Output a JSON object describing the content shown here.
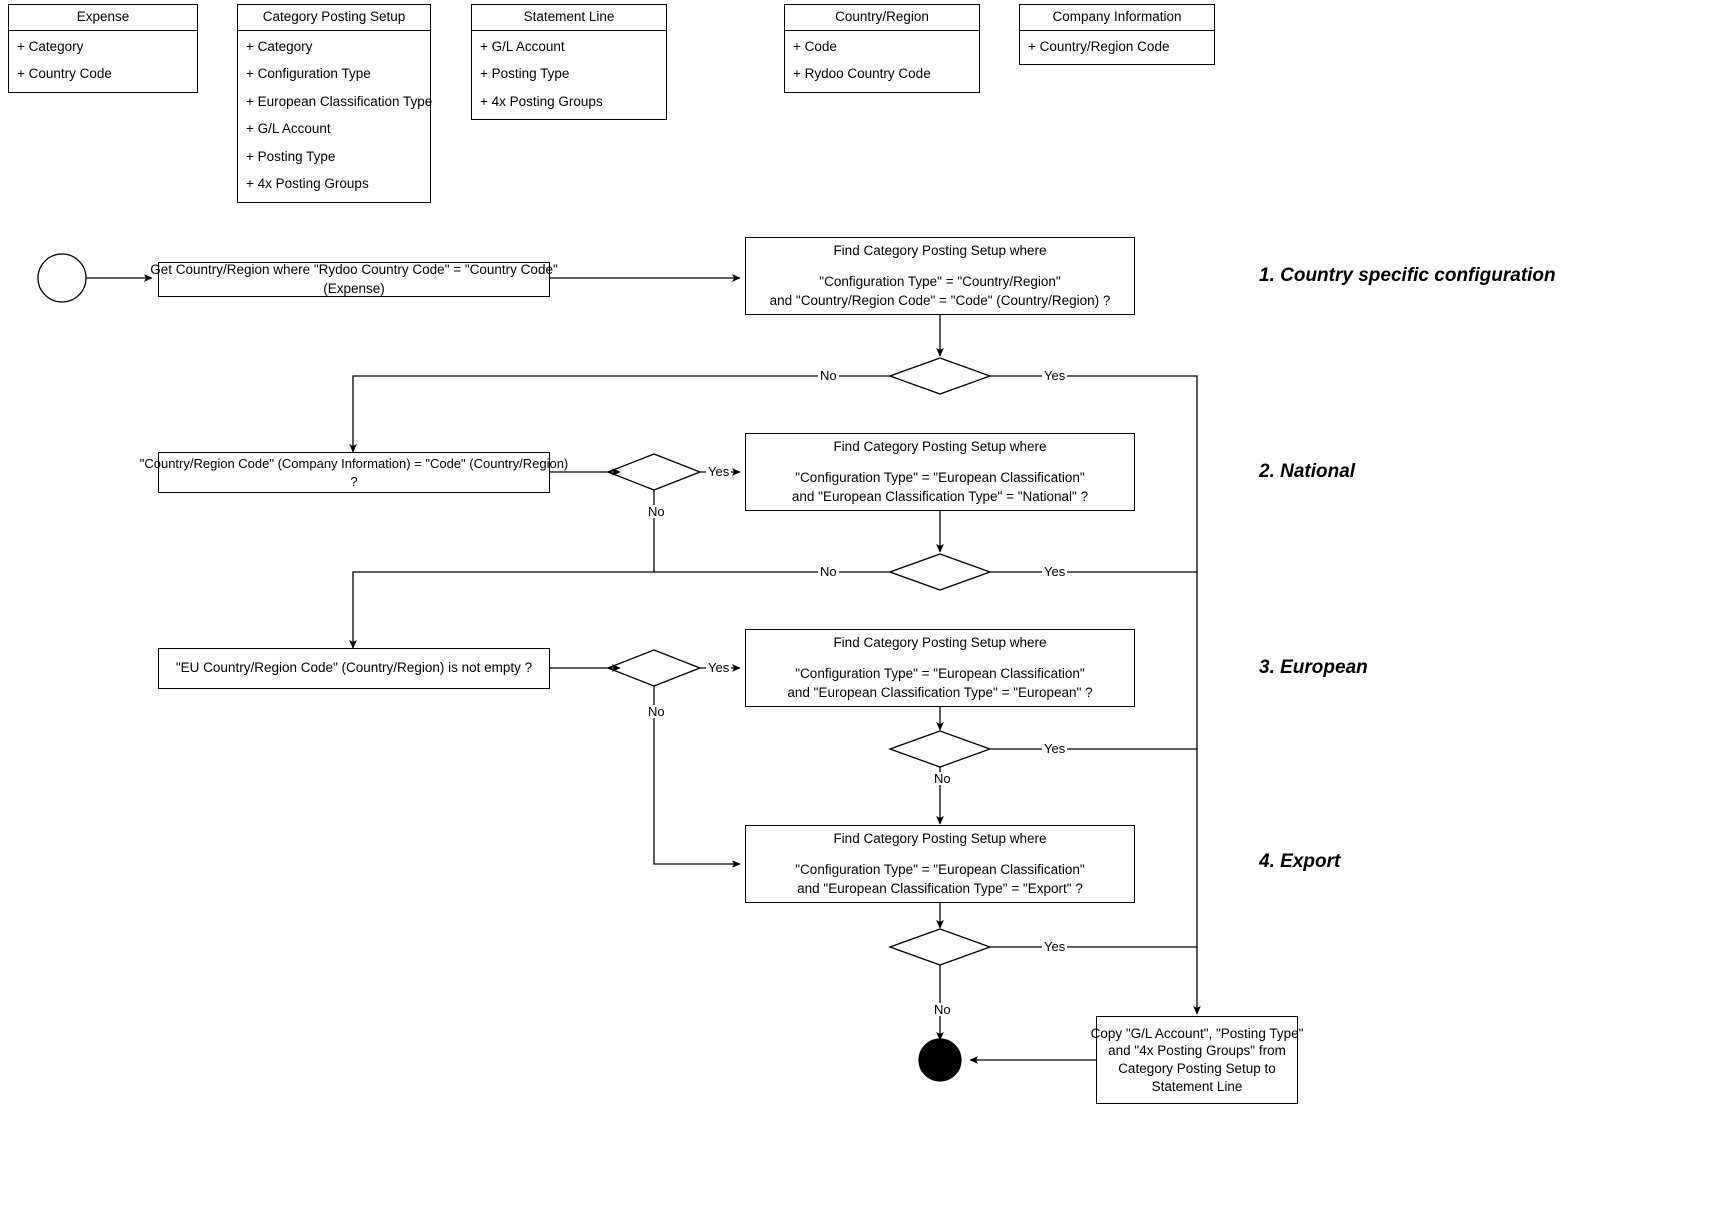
{
  "diagram": {
    "title": "Category Posting Setup resolution flow",
    "colors": {
      "stroke": "#000000",
      "background": "#ffffff",
      "terminal_fill": "#000000"
    }
  },
  "uml_classes": [
    {
      "name": "Expense",
      "attributes": [
        "+ Category",
        "+ Country Code"
      ]
    },
    {
      "name": "Category Posting Setup",
      "attributes": [
        "+ Category",
        "+ Configuration Type",
        "+ European Classification Type",
        "+ G/L Account",
        "+ Posting Type",
        "+ 4x Posting Groups"
      ]
    },
    {
      "name": "Statement Line",
      "attributes": [
        "+ G/L Account",
        "+ Posting Type",
        "+ 4x Posting Groups"
      ]
    },
    {
      "name": "Country/Region",
      "attributes": [
        "+ Code",
        "+ Rydoo Country Code"
      ]
    },
    {
      "name": "Company Information",
      "attributes": [
        "+ Country/Region Code"
      ]
    }
  ],
  "phases": [
    {
      "label": "1. Country specific configuration"
    },
    {
      "label": "2. National"
    },
    {
      "label": "3. European"
    },
    {
      "label": "4. Export"
    }
  ],
  "nodes": {
    "start": {
      "kind": "initial-node",
      "label": ""
    },
    "get_country_region": {
      "lines": [
        "Get Country/Region where \"Rydoo Country Code\" = \"Country Code\"",
        "(Expense)"
      ]
    },
    "find_country_region": {
      "header": "Find Category Posting Setup where",
      "lines": [
        "\"Configuration Type\" = \"Country/Region\"",
        "and \"Country/Region Code\" = \"Code\" (Country/Region) ?"
      ]
    },
    "company_info_check": {
      "lines": [
        "\"Country/Region Code\" (Company Information) = \"Code\" (Country/Region)",
        "?"
      ]
    },
    "find_national": {
      "header": "Find Category Posting Setup where",
      "lines": [
        "\"Configuration Type\" = \"European Classification\"",
        "and \"European Classification Type\" = \"National\" ?"
      ]
    },
    "eu_code_check": {
      "lines": [
        "\"EU Country/Region Code\" (Country/Region) is not empty ?"
      ]
    },
    "find_european": {
      "header": "Find Category Posting Setup where",
      "lines": [
        "\"Configuration Type\" = \"European Classification\"",
        "and \"European Classification Type\" = \"European\" ?"
      ]
    },
    "find_export": {
      "header": "Find Category Posting Setup where",
      "lines": [
        "\"Configuration Type\" = \"European Classification\"",
        "and \"European Classification Type\" = \"Export\" ?"
      ]
    },
    "copy_fields": {
      "lines": [
        "Copy \"G/L Account\", \"Posting Type\"",
        "and \"4x Posting Groups\" from",
        "Category Posting Setup to",
        "Statement Line"
      ]
    },
    "end": {
      "kind": "final-node",
      "label": ""
    }
  },
  "edge_labels": {
    "d1_no": "No",
    "d1_yes": "Yes",
    "d2_yes": "Yes",
    "d2_no": "No",
    "d3_no": "No",
    "d3_yes": "Yes",
    "d4_yes": "Yes",
    "d4_no": "No",
    "d5_yes": "Yes",
    "d5_no": "No",
    "d6_yes": "Yes",
    "d6_no": "No"
  }
}
